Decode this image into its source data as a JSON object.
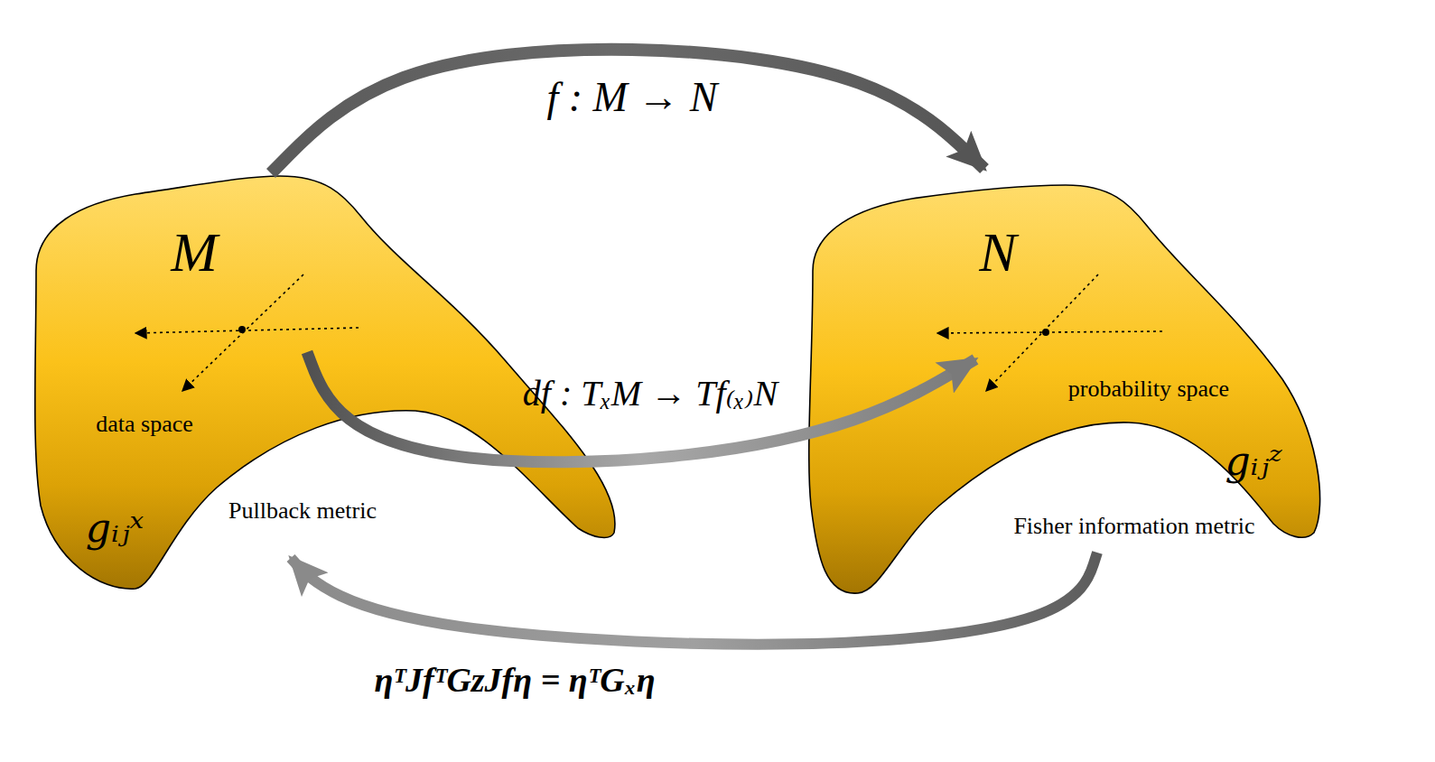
{
  "diagram": {
    "nodes": [
      {
        "text": [
          "M",
          "data space",
          "gᵢⱼˣ",
          "Pullback metric"
        ]
      },
      {
        "text": [
          "N",
          "probability space",
          "gᵢⱼᶻ",
          "Fisher information metric"
        ]
      }
    ],
    "edges": [
      {
        "from": 0,
        "to": 1,
        "arrow": "to",
        "label": "f : M → N"
      },
      {
        "from": 0,
        "to": 1,
        "arrow": "to",
        "label": "df : TₓM → Tf₍ₓ₎N"
      },
      {
        "from": 1,
        "to": 0,
        "arrow": "to",
        "label": "ηᵀJfᵀGzJfη = ηᵀGₓη"
      }
    ]
  }
}
